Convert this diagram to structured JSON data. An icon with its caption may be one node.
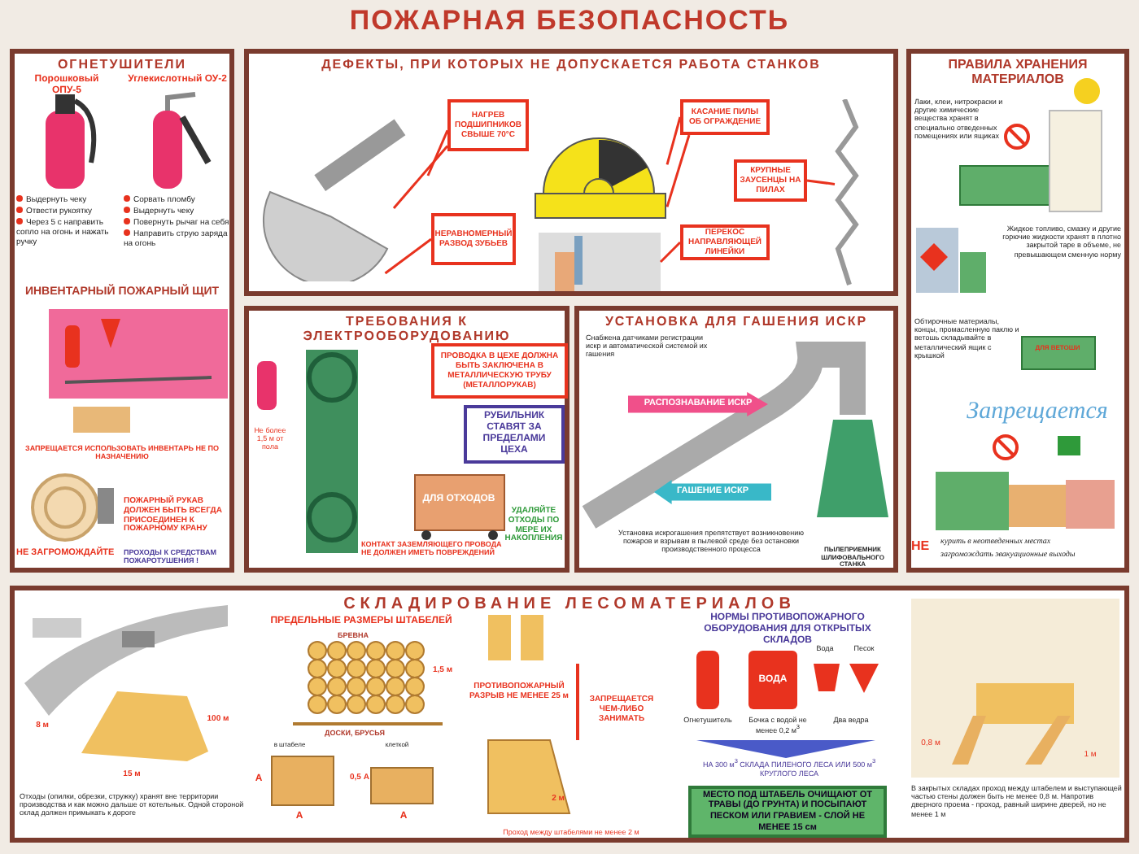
{
  "diagram": {
    "title": "ПОЖАРНАЯ БЕЗОПАСНОСТЬ",
    "nodes": [
      {
        "text": [
          "ОГНЕТУШИТЕЛИ"
        ]
      },
      {
        "text": [
          "ДЕФЕКТЫ, ПРИ КОТОРЫХ НЕ ДОПУСКАЕТСЯ РАБОТА СТАНКОВ"
        ]
      },
      {
        "text": [
          "НАГРЕВ ПОДШИПНИКОВ СВЫШЕ 70°С"
        ],
        "in": 1
      },
      {
        "text": [
          "НЕРАВНОМЕРНЫЙ РАЗВОД ЗУБЬЕВ"
        ],
        "in": 1
      },
      {
        "text": [
          "КАСАНИЕ ПИЛЫ ОБ ОГРАЖДЕНИЕ"
        ],
        "in": 1
      },
      {
        "text": [
          "ПЕРЕКОС НАПРАВЛЯЮЩЕЙ ЛИНЕЙКИ"
        ],
        "in": 1
      },
      {
        "text": [
          "КРУПНЫЕ ЗАУСЕНЦЫ НА ПИЛАХ"
        ],
        "in": 1
      },
      {
        "text": [
          "ПРАВИЛА ХРАНЕНИЯ МАТЕРИАЛОВ"
        ]
      },
      {
        "text": [
          "ТРЕБОВАНИЯ К ЭЛЕКТРООБОРУДОВАНИЮ"
        ]
      },
      {
        "text": [
          "ПРОВОДКА В ЦЕХЕ ДОЛЖНА БЫТЬ ЗАКЛЮЧЕНА В МЕТАЛЛИЧЕСКУЮ ТРУБУ (МЕТАЛЛОРУКАВ)"
        ],
        "in": 8
      },
      {
        "text": [
          "РУБИЛЬНИК СТАВЯТ ЗА ПРЕДЕЛАМИ ЦЕХА"
        ],
        "in": 8
      },
      {
        "text": [
          "УСТАНОВКА ДЛЯ ГАШЕНИЯ ИСКР"
        ]
      },
      {
        "text": [
          "РАСПОЗНАВАНИЕ ИСКР"
        ],
        "in": 11
      },
      {
        "text": [
          "ГАШЕНИЕ ИСКР"
        ],
        "in": 11
      },
      {
        "text": [
          "СКЛАДИРОВАНИЕ ЛЕСОМАТЕРИАЛОВ"
        ]
      },
      {
        "text": [
          "МЕСТО ПОД ШТАБЕЛЬ ОЧИЩАЮТ ОТ ТРАВЫ (ДО ГРУНТА) И ПОСЫПАЮТ ПЕСКОМ ИЛИ ГРАВИЕМ - СЛОЙ НЕ МЕНЕЕ 15 см"
        ],
        "in": 14
      },
      {
        "text": [],
        "shape": "picture",
        "in": 1
      },
      {
        "text": [],
        "shape": "picture",
        "in": 1
      },
      {
        "text": [],
        "shape": "picture",
        "in": 1
      },
      {
        "text": [],
        "shape": "picture",
        "in": 1
      }
    ],
    "edges": [
      {
        "from": 2,
        "to": 16,
        "arrow": "none"
      },
      {
        "from": 2,
        "to": 16,
        "arrow": "none"
      },
      {
        "from": 3,
        "to": 16,
        "arrow": "none"
      },
      {
        "from": 4,
        "to": 17,
        "arrow": "none"
      },
      {
        "from": 4,
        "to": 17,
        "arrow": "none"
      },
      {
        "from": 5,
        "to": 18,
        "arrow": "none"
      },
      {
        "from": 6,
        "to": 19,
        "arrow": "none"
      }
    ],
    "labels": [
      "Порошковый ОПУ-5",
      "Углекислотный ОУ-2",
      "Выдернуть чеку",
      "Отвести рукоятку",
      "Через 5 с направить сопло на огонь и нажать ручку",
      "Сорвать пломбу",
      "Выдернуть чеку",
      "Повернуть рычаг на себя",
      "Направить струю заряда на огонь",
      "ИНВЕНТАРНЫЙ ПОЖАРНЫЙ ЩИТ",
      "ЗАПРЕЩАЕТСЯ ИСПОЛЬЗОВАТЬ ИНВЕНТАРЬ НЕ ПО НАЗНАЧЕНИЮ",
      "ПОЖАРНЫЙ РУКАВ ДОЛЖЕН БЫТЬ ВСЕГДА ПРИСОЕДИНЕН К ПОЖАРНОМУ КРАНУ",
      "НЕ ЗАГРОМОЖДАЙТЕ",
      "ПРОХОДЫ К СРЕДСТВАМ ПОЖАРОТУШЕНИЯ !",
      "Лаки, клеи, нитрокраски и другие химические вещества хранят в специально отведенных помещениях или ящиках",
      "Жидкое топливо, смазку и другие горючие жидкости хранят в плотно закрытой таре в объеме, не превышающем сменную норму",
      "Обтирочные материалы, концы, промасленную паклю и ветошь складывайте в металлический ящик с крышкой",
      "ДЛЯ ВЕТОШИ",
      "Запрещается",
      "НЕ",
      "курить в неотведенных местах",
      "загромождать эвакуационные выходы",
      "Не более 1,5 м от пола",
      "ДЛЯ ОТХОДОВ",
      "КОНТАКТ ЗАЗЕМЛЯЮЩЕГО ПРОВОДА НЕ ДОЛЖЕН ИМЕТЬ ПОВРЕЖДЕНИЙ",
      "УДАЛЯЙТЕ ОТХОДЫ ПО МЕРЕ ИХ НАКОПЛЕНИЯ",
      "Снабжена датчиками регистрации искр и автоматической системой их гашения",
      "Установка искрогашения препятствует возникновению пожаров и взрывам в пылевой среде без остановки производственного процесса",
      "ПЫЛЕПРИЕМНИК ШЛИФОВАЛЬНОГО СТАНКА",
      "8 м",
      "100 м",
      "15 м",
      "Отходы (опилки, обрезки, стружку) хранят вне территории производства и как можно дальше от котельных. Одной стороной склад должен примыкать к дороге",
      "ПРЕДЕЛЬНЫЕ РАЗМЕРЫ ШТАБЕЛЕЙ",
      "БРЕВНА",
      "1,5 м",
      "ДОСКИ, БРУСЬЯ",
      "в штабеле",
      "клеткой",
      "А",
      "А",
      "0,5 А",
      "А",
      "ПРОТИВОПОЖАРНЫЙ РАЗРЫВ НЕ МЕНЕЕ 25 м",
      "ЗАПРЕЩАЕТСЯ ЧЕМ-ЛИБО ЗАНИМАТЬ",
      "2 м",
      "Проход между штабелями не менее 2 м",
      "НОРМЫ ПРОТИВОПОЖАРНОГО ОБОРУДОВАНИЯ ДЛЯ ОТКРЫТЫХ СКЛАДОВ",
      "ВОДА",
      "Вода",
      "Песок",
      "Огнетушитель",
      "Бочка с водой не менее 0,2 м$^{3}$",
      "Два ведра",
      "НА 300 м$^{3}$ СКЛАДА ПИЛЕНОГО ЛЕСА ИЛИ 500 м$^{3}$ КРУГЛОГО ЛЕСА",
      "0,8 м",
      "1 м",
      "В закрытых складах проход между штабелем и выступающей частью стены должен быть не менее 0,8 м. Напротив дверного проема - проход, равный ширине дверей, но не менее 1 м"
    ]
  }
}
